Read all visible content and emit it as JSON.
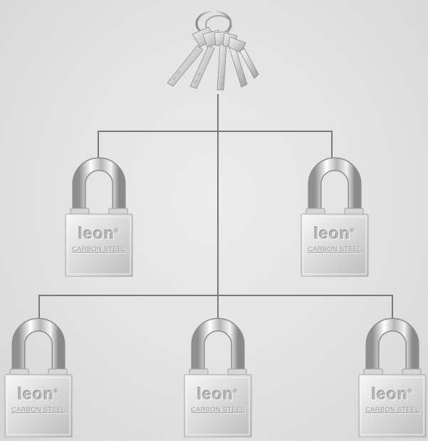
{
  "diagram": {
    "master_key": {
      "label": ""
    },
    "locks": [
      {
        "id": "lock-1",
        "brand": "leon",
        "reg_mark": "®",
        "model": "CARBON STEEL"
      },
      {
        "id": "lock-2",
        "brand": "leon",
        "reg_mark": "®",
        "model": "CARBON STEEL"
      },
      {
        "id": "lock-3",
        "brand": "leon",
        "reg_mark": "®",
        "model": "CARBON STEEL"
      },
      {
        "id": "lock-4",
        "brand": "leon",
        "reg_mark": "®",
        "model": "CARBON STEEL"
      },
      {
        "id": "lock-5",
        "brand": "leon",
        "reg_mark": "®",
        "model": "CARBON STEEL"
      }
    ]
  },
  "colors": {
    "background": "#e4e4e4",
    "connector": "#7a7a7a",
    "chrome_light": "#f4f4f4",
    "chrome_dark": "#9c9c9c",
    "key_metal": "#d9d9d9"
  }
}
